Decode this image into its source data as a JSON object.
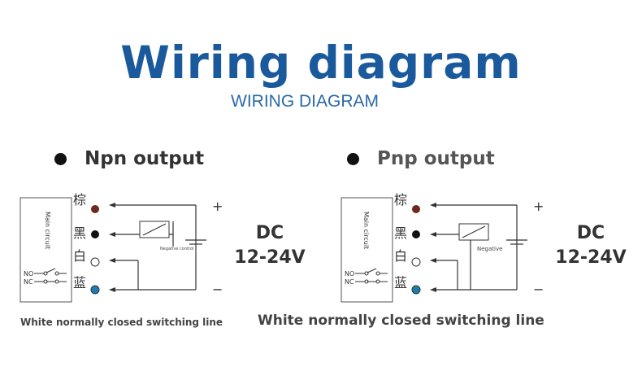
{
  "header": {
    "title": "Wiring diagram",
    "subtitle": "WIRING DIAGRAM"
  },
  "npn": {
    "heading": "Npn output",
    "main_circuit": "Main circuit",
    "wires": [
      "棕",
      "黑",
      "白",
      "蓝"
    ],
    "no_label": "NO",
    "nc_label": "NC",
    "plus": "+",
    "minus": "−",
    "load_label": "Negative control",
    "dc_line1": "DC",
    "dc_line2": "12-24V",
    "caption": "White normally closed switching line"
  },
  "pnp": {
    "heading": "Pnp output",
    "main_circuit": "Main circuit",
    "wires": [
      "棕",
      "黑",
      "白",
      "蓝"
    ],
    "no_label": "NO",
    "nc_label": "NC",
    "plus": "+",
    "minus": "−",
    "load_label": "Negative",
    "dc_line1": "DC",
    "dc_line2": "12-24V",
    "caption": "White normally closed switching line"
  },
  "colors": {
    "title_blue": "#1a5a9c",
    "wire_brown": "#6b2a1a",
    "wire_black": "#111111",
    "wire_white": "#ffffff",
    "wire_blue": "#1a7fb0"
  }
}
